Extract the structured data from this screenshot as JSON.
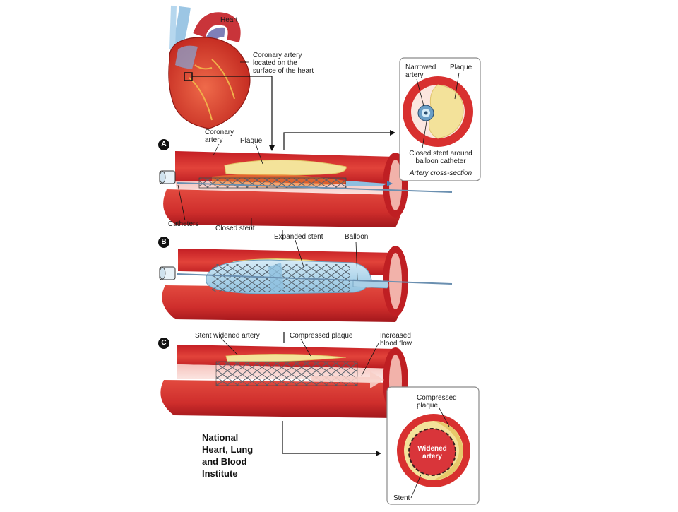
{
  "heart": {
    "label": "Heart",
    "coronary_label": "Coronary artery\nlocated on the\nsurface of the heart"
  },
  "panel_a": {
    "letter": "A",
    "coronary_artery": "Coronary\nartery",
    "plaque": "Plaque",
    "catheters": "Catheters",
    "closed_stent": "Closed stent"
  },
  "inset_top": {
    "narrowed_artery": "Narrowed\nartery",
    "plaque": "Plaque",
    "closed_stent_caption": "Closed stent around\nballoon catheter",
    "title": "Artery cross-section"
  },
  "panel_b": {
    "letter": "B",
    "expanded_stent": "Expanded stent",
    "balloon": "Balloon"
  },
  "panel_c": {
    "letter": "C",
    "stent_widened": "Stent widened artery",
    "compressed_plaque": "Compressed plaque",
    "increased_flow": "Increased\nblood flow"
  },
  "inset_bottom": {
    "compressed_plaque": "Compressed\nplaque",
    "widened_artery": "Widened\nartery",
    "stent": "Stent"
  },
  "credit": "National\nHeart, Lung\nand Blood\nInstitute",
  "colors": {
    "artery_red": "#d8302f",
    "artery_dark": "#a3171c",
    "plaque_yellow": "#f3e29a",
    "stent_blue": "#a9cfe6",
    "inset_border": "#8a8a8a"
  }
}
